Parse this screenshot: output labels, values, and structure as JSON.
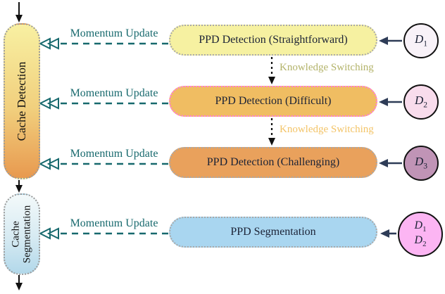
{
  "colors": {
    "accent_teal": "#17696d",
    "dataset_arrow_navy": "#2e3c57",
    "stage1_fill": "#f6f1a1",
    "stage2_fill": "#f0bd62",
    "stage2_border": "#ff7de0",
    "stage3_fill": "#e9a15c",
    "stage4_fill": "#a9d6f0",
    "dotted_border_gray": "#a8a8a8",
    "cache_detection_gradient": [
      "#f8f0a2",
      "#e8994f"
    ],
    "cache_segmentation_gradient": [
      "#f3f9fa",
      "#b2d8ea"
    ],
    "knowledge_switching_1": "#b3b36a",
    "knowledge_switching_2": "#f3c468",
    "circle_d1_fill": "#f8f2f8",
    "circle_d2_fill": "#f8dcec",
    "circle_d3_fill": "#c094b6",
    "circle_d12_fill": "#fcb5f3"
  },
  "cache": {
    "detection_label": "Cache Detection",
    "segmentation_line1": "Cache",
    "segmentation_line2": "Segmentation"
  },
  "momentum": [
    {
      "label": "Momentum Update"
    },
    {
      "label": "Momentum Update"
    },
    {
      "label": "Momentum Update"
    },
    {
      "label": "Momentum Update"
    }
  ],
  "knowledge": [
    {
      "label": "Knowledge Switching"
    },
    {
      "label": "Knowledge Switching"
    }
  ],
  "stages": [
    {
      "label": "PPD Detection (Straightforward)"
    },
    {
      "label": "PPD Detection (Difficult)"
    },
    {
      "label": "PPD Detection (Challenging)"
    },
    {
      "label": "PPD Segmentation"
    }
  ],
  "datasets": [
    {
      "symbol": "D",
      "sub": "1"
    },
    {
      "symbol": "D",
      "sub": "2"
    },
    {
      "symbol": "D",
      "sub": "3"
    }
  ],
  "dataset_combined": {
    "line1": {
      "symbol": "D",
      "sub": "1"
    },
    "line2": {
      "symbol": "D",
      "sub": "2"
    }
  }
}
